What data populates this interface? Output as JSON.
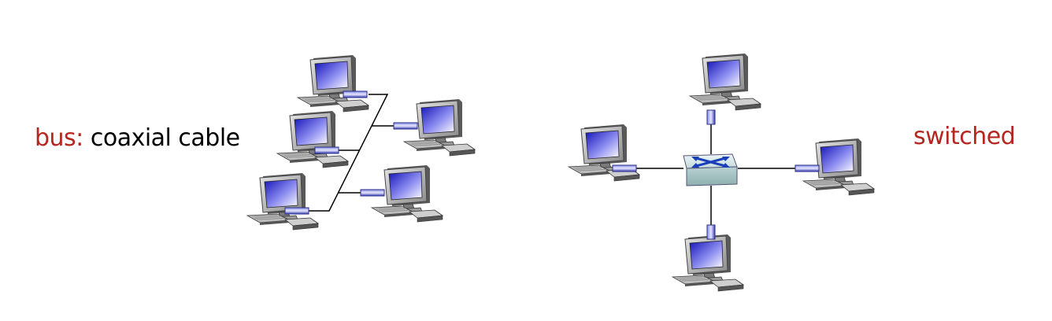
{
  "labels": {
    "bus_prefix": "bus:",
    "bus_text": "coaxial cable",
    "switched": "switched"
  },
  "colors": {
    "accent_red": "#b5261e",
    "cable": "#000000",
    "connector": "#5a5fc8",
    "screen_blue": "#2020c8",
    "switch_body": "#cde3e3"
  },
  "icons": {
    "host": "desktop-computer-icon",
    "switch": "ethernet-switch-icon"
  }
}
